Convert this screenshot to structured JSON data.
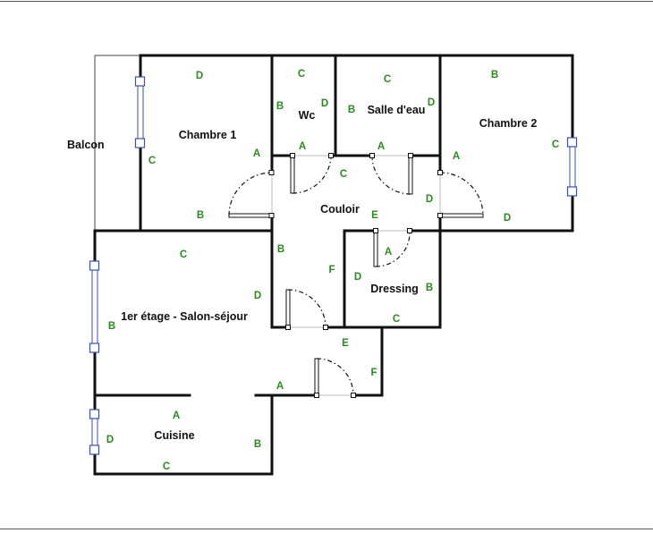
{
  "colors": {
    "wall_letter": "#2a8a1e",
    "window": "#3a4fb0",
    "wall": "#111111"
  },
  "rooms": {
    "balcon": "Balcon",
    "chambre1": "Chambre 1",
    "wc": "Wc",
    "salle_eau": "Salle d'eau",
    "chambre2": "Chambre 2",
    "couloir": "Couloir",
    "dressing": "Dressing",
    "salon": "1er étage - Salon-séjour",
    "cuisine": "Cuisine"
  },
  "wall_letters": {
    "chambre1": [
      "D",
      "C",
      "A",
      "B"
    ],
    "wc": [
      "C",
      "B",
      "D",
      "A"
    ],
    "salle_eau": [
      "C",
      "B",
      "D",
      "A"
    ],
    "chambre2": [
      "B",
      "A",
      "C",
      "D"
    ],
    "couloir": [
      "C",
      "E",
      "B",
      "F",
      "D",
      "E",
      "F"
    ],
    "dressing": [
      "A",
      "D",
      "B",
      "C"
    ],
    "salon": [
      "C",
      "D",
      "B",
      "A"
    ],
    "cuisine": [
      "A",
      "D",
      "B",
      "C"
    ]
  }
}
